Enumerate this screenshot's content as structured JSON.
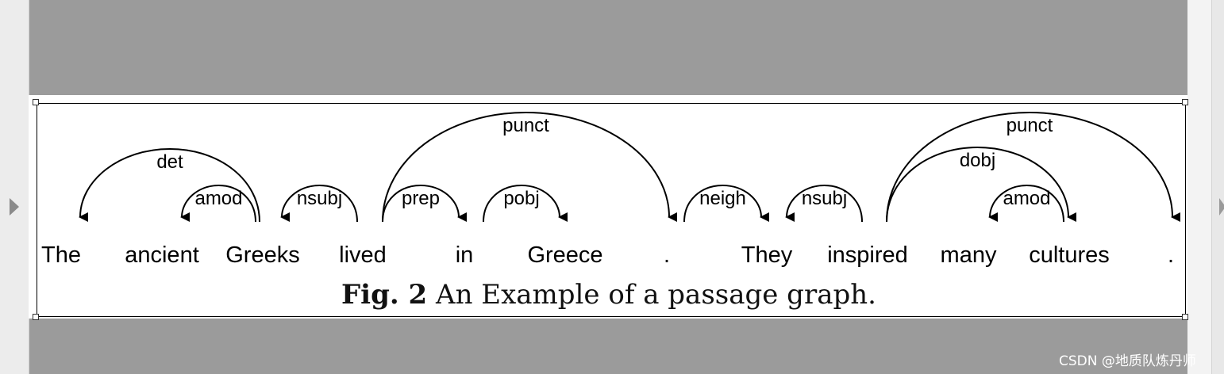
{
  "tokens": [
    "The",
    "ancient",
    "Greeks",
    "lived",
    "in",
    "Greece",
    ".",
    "They",
    "inspired",
    "many",
    "cultures",
    "."
  ],
  "arcs": [
    {
      "label": "det",
      "from": 2,
      "to": 0
    },
    {
      "label": "amod",
      "from": 2,
      "to": 1
    },
    {
      "label": "nsubj",
      "from": 3,
      "to": 2
    },
    {
      "label": "prep",
      "from": 3,
      "to": 4
    },
    {
      "label": "pobj",
      "from": 4,
      "to": 5
    },
    {
      "label": "punct",
      "from": 3,
      "to": 6
    },
    {
      "label": "neigh",
      "from": 6,
      "to": 7
    },
    {
      "label": "nsubj",
      "from": 8,
      "to": 7
    },
    {
      "label": "dobj",
      "from": 8,
      "to": 10
    },
    {
      "label": "amod",
      "from": 10,
      "to": 9
    },
    {
      "label": "punct",
      "from": 8,
      "to": 11
    }
  ],
  "caption": {
    "label": "Fig. 2",
    "text": "An Example of a passage graph."
  },
  "watermark": "CSDN @地质队炼丹师"
}
